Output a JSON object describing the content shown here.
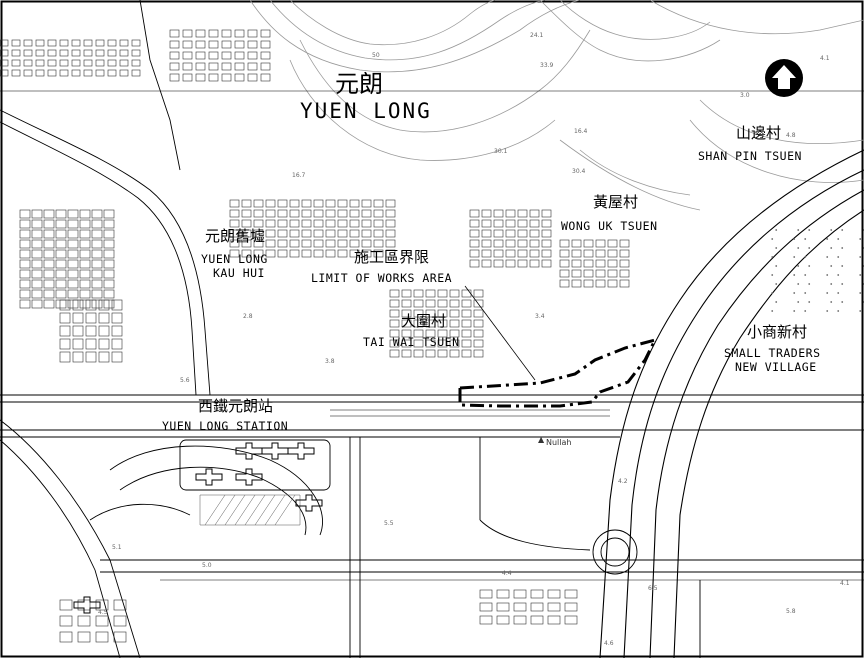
{
  "places": {
    "yuen_long": {
      "zh": "元朗",
      "en": "YUEN LONG"
    },
    "shan_pin_tsuen": {
      "zh": "山邊村",
      "en": "SHAN PIN TSUEN"
    },
    "wong_uk_tsuen": {
      "zh": "黃屋村",
      "en": "WONG UK TSUEN"
    },
    "yuen_long_kau_hui": {
      "zh": "元朗舊墟",
      "en_line1": "YUEN LONG",
      "en_line2": "KAU HUI"
    },
    "limit_of_works": {
      "zh": "施工區界限",
      "en": "LIMIT OF WORKS AREA"
    },
    "tai_wai_tsuen": {
      "zh": "大圍村",
      "en": "TAI WAI TSUEN"
    },
    "small_traders": {
      "zh": "小商新村",
      "en_line1": "SMALL TRADERS",
      "en_line2": "NEW VILLAGE"
    },
    "yuen_long_station": {
      "zh": "西鐵元朗站",
      "en": "YUEN LONG STATION"
    }
  },
  "annotations": {
    "nullah": "Nullah",
    "spot_heights": [
      "50",
      "24.1",
      "33.9",
      "4.1",
      "16.4",
      "30.1",
      "16.7",
      "30.4",
      "3.0",
      "4.8",
      "2.8",
      "3.8",
      "5.6",
      "5.5",
      "5.1",
      "4.5",
      "5.0",
      "4.4",
      "4.2",
      "6.5",
      "4.6",
      "4.1",
      "5.8",
      "3.4"
    ]
  },
  "colors": {
    "line": "#000000",
    "minor": "#8a8a8a",
    "works_boundary": "#000000"
  },
  "icons": {
    "north_arrow": "north-arrow-icon"
  }
}
